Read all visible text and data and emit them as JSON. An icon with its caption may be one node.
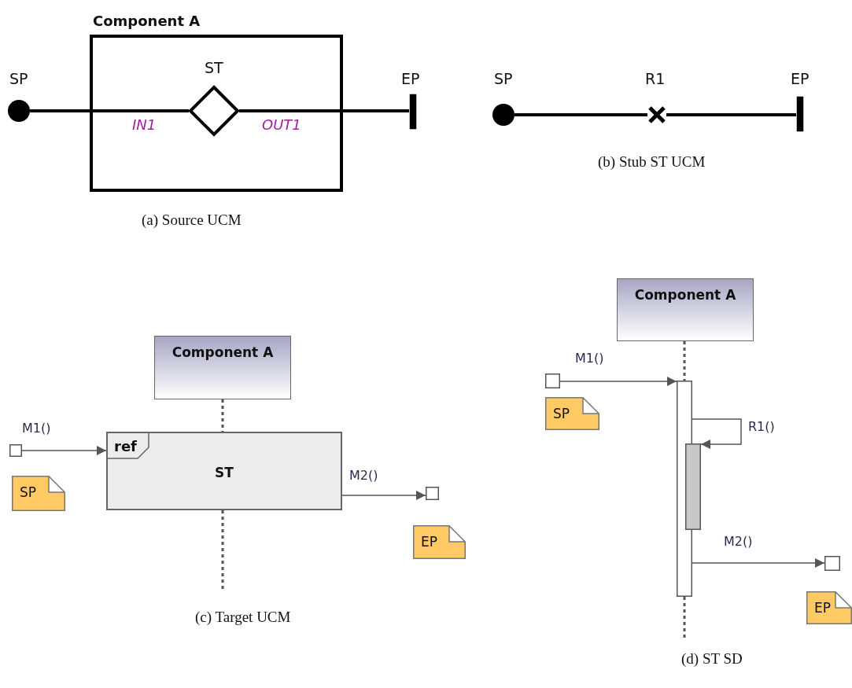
{
  "diagram": {
    "nodes": [
      {
        "text": [
          "Component A"
        ]
      },
      {
        "text": [],
        "shape": "circle",
        "beside": [
          "SP"
        ]
      },
      {
        "text": [],
        "shape": "diamond",
        "beside": [
          "ST"
        ],
        "in": 0
      },
      {
        "text": [],
        "shape": "bar",
        "beside": [
          "EP"
        ]
      },
      {
        "text": [],
        "shape": "circle",
        "beside": [
          "SP"
        ]
      },
      {
        "text": [],
        "shape": "cross",
        "beside": [
          "R1"
        ]
      },
      {
        "text": [],
        "shape": "bar",
        "beside": [
          "EP"
        ]
      },
      {
        "text": [
          "Component A"
        ]
      },
      {
        "text": [
          "ref",
          "ST"
        ]
      },
      {
        "text": [],
        "shape": "box"
      },
      {
        "text": [],
        "shape": "box"
      },
      {
        "text": [
          "SP"
        ]
      },
      {
        "text": [
          "EP"
        ]
      },
      {
        "text": [
          "Component A"
        ]
      },
      {
        "text": [],
        "shape": "bar"
      },
      {
        "text": [],
        "shape": "bar"
      },
      {
        "text": [],
        "shape": "box"
      },
      {
        "text": [],
        "shape": "box"
      },
      {
        "text": [
          "SP"
        ]
      },
      {
        "text": [
          "EP"
        ]
      }
    ],
    "edges": [
      {
        "from": 1,
        "to": 2,
        "arrow": "none",
        "label": "IN1",
        "color": "#000000"
      },
      {
        "from": 2,
        "to": 3,
        "arrow": "none",
        "label": "OUT1",
        "color": "#000000"
      },
      {
        "from": 4,
        "to": 5,
        "arrow": "none",
        "color": "#000000"
      },
      {
        "from": 5,
        "to": 6,
        "arrow": "none",
        "color": "#000000"
      },
      {
        "from": 9,
        "to": 8,
        "arrow": "to",
        "label": "M1()"
      },
      {
        "from": 8,
        "to": 10,
        "arrow": "to",
        "label": "M2()"
      },
      {
        "from": 7,
        "to": 8,
        "arrow": "none",
        "style": "dashed"
      },
      {
        "from": 8,
        "to": null,
        "arrow": "none",
        "style": "dashed"
      },
      {
        "from": 16,
        "to": 14,
        "arrow": "to",
        "label": "M1()"
      },
      {
        "from": 14,
        "to": 15,
        "arrow": "to",
        "label": "R1()"
      },
      {
        "from": 14,
        "to": 17,
        "arrow": "to",
        "label": "M2()"
      },
      {
        "from": 13,
        "to": 14,
        "arrow": "none",
        "style": "dashed"
      },
      {
        "from": 14,
        "to": null,
        "arrow": "none",
        "style": "dashed"
      }
    ],
    "labels": [
      "(a) Source UCM",
      "(b) Stub ST UCM",
      "(c) Target UCM",
      "(d) ST SD"
    ]
  }
}
